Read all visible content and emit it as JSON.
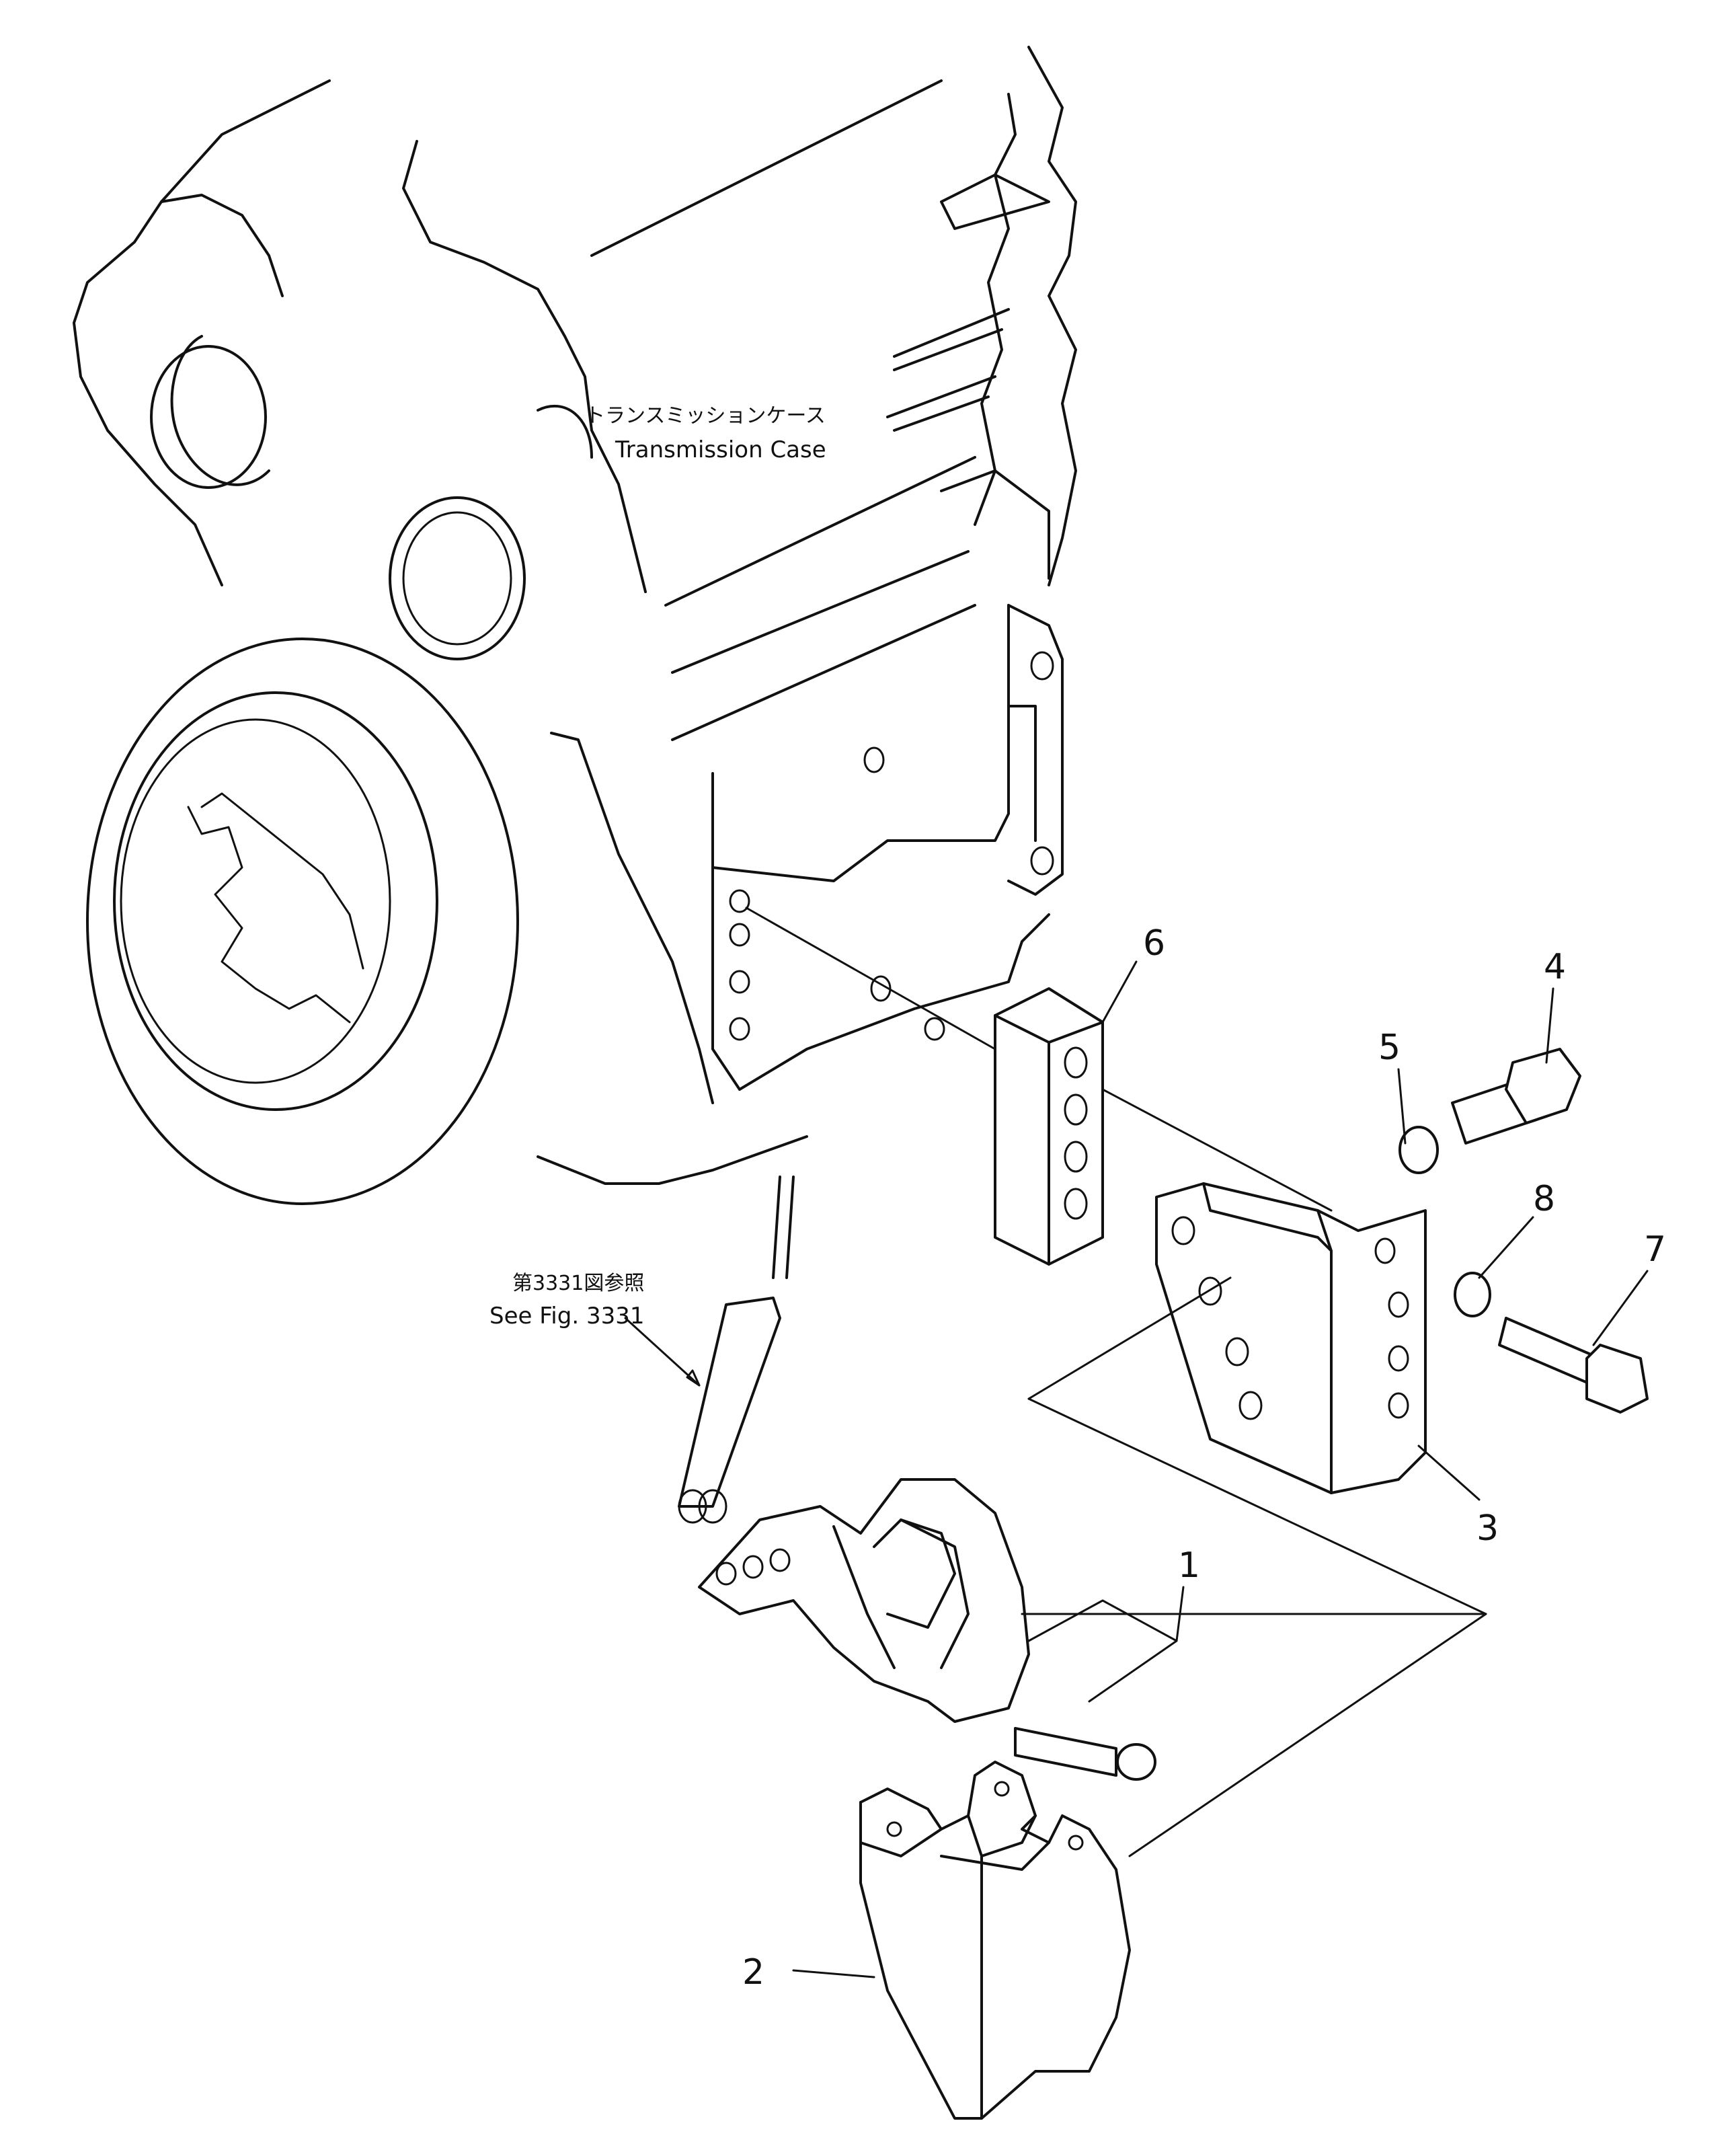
{
  "transmission_case": {
    "label_jp": "トランスミッションケース",
    "label_en": "Transmission Case"
  },
  "reference": {
    "label_jp": "第3331図参照",
    "label_en": "See Fig. 3331"
  },
  "callouts": [
    "1",
    "2",
    "3",
    "4",
    "5",
    "6",
    "7",
    "8"
  ]
}
